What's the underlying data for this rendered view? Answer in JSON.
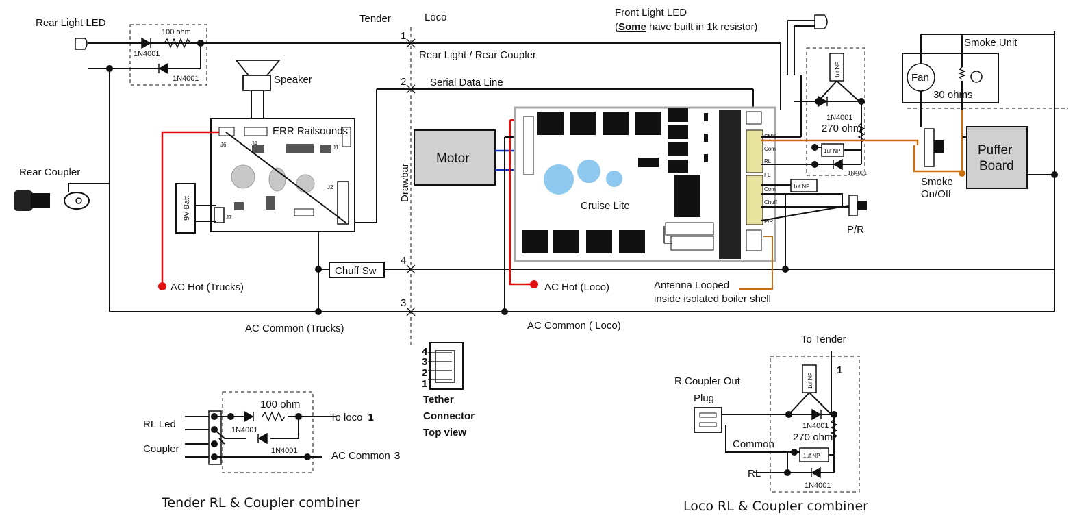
{
  "labels": {
    "rear_light_led": "Rear Light LED",
    "resistor_100": "100 ohm",
    "diode_1": "1N4001",
    "diode_2": "1N4001",
    "tender": "Tender",
    "loco": "Loco",
    "front_light_led": "Front Light LED",
    "front_light_note_open": "(",
    "front_light_note_bold": "Some",
    "front_light_note_rest": " have built in 1k resistor)",
    "smoke_unit": "Smoke Unit",
    "fan": "Fan",
    "smoke_resistor": "30 ohms",
    "puffer_board_line1": "Puffer",
    "puffer_board_line2": "Board",
    "smoke_switch_line1": "Smoke",
    "smoke_switch_line2": "On/Off",
    "speaker": "Speaker",
    "err_railsounds": "ERR Railsounds",
    "rear_coupler": "Rear Coupler",
    "battery": "9V Batt",
    "motor": "Motor",
    "drawbar": "Drawbar",
    "cruise_lite": "Cruise Lite",
    "rear_light_line": "Rear Light  / Rear Coupler",
    "serial_data_line": "Serial Data Line",
    "chuff_sw": "Chuff Sw",
    "ac_hot_trucks": "AC Hot (Trucks)",
    "ac_hot_loco": "AC Hot (Loco)",
    "ac_common_trucks": "AC Common (Trucks)",
    "ac_common_loco": "AC Common ( Loco)",
    "antenna_line1": "Antenna Looped",
    "antenna_line2": "inside isolated boiler shell",
    "pr": "P/R",
    "cap_1uf_a": "1uf NP",
    "cap_1uf_b": "1uf NP",
    "cap_1uf_c": "1uf NP",
    "diode_3": "1N4001",
    "diode_4": "1N4001",
    "resistor_270": "270 ohm",
    "terminal_labels": [
      "SMK",
      "Com",
      "RL",
      "FL",
      "Com",
      "Chuff",
      "P/R"
    ],
    "board_labels": [
      "J6",
      "J4",
      "J1",
      "J2",
      "J7"
    ],
    "wire_numbers": [
      "1",
      "2",
      "4",
      "3"
    ]
  },
  "tether": {
    "pins": [
      "4",
      "3",
      "2",
      "1"
    ],
    "caption_line1": "Tether",
    "caption_line2": "Connector",
    "caption_line3": "Top view"
  },
  "tender_combiner": {
    "title": "Tender RL & Coupler combiner",
    "rl_led": "RL Led",
    "coupler": "Coupler",
    "resistor": "100 ohm",
    "diode_a": "1N4001",
    "diode_b": "1N4001",
    "to_loco": "To loco",
    "to_loco_num": "1",
    "ac_common": "AC Common",
    "ac_common_num": "3"
  },
  "loco_combiner": {
    "title": "Loco RL & Coupler combiner",
    "to_tender": "To Tender",
    "to_tender_num": "1",
    "r_coupler_line1": "R Coupler Out",
    "r_coupler_line2": "Plug",
    "common": "Common",
    "rl": "RL",
    "cap_a": "1uf NP",
    "cap_b": "1uf NP",
    "diode_a": "1N4001",
    "diode_b": "1N4001",
    "resistor": "270 ohm"
  },
  "colors": {
    "wire": "#111111",
    "hot_wire": "#e01010",
    "motor_wire_blue": "#1030c0",
    "smoke_wire": "#c87010",
    "component_gray": "#d0d0d0",
    "led_blue": "#8ec8ee"
  }
}
